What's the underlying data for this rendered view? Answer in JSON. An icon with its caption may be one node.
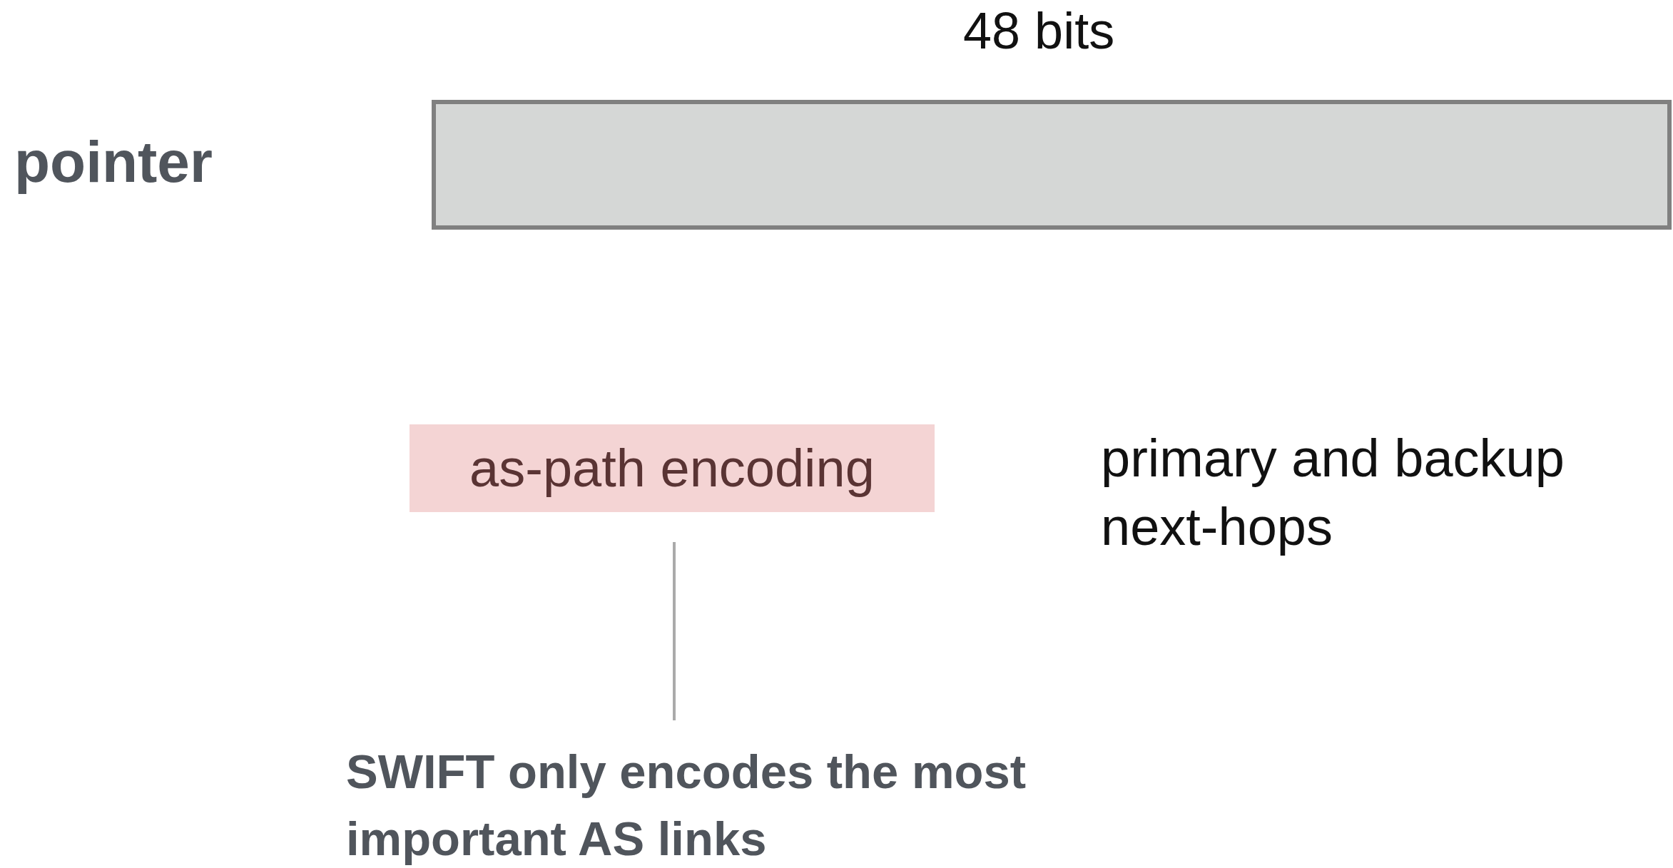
{
  "diagram": {
    "nodes": [
      {
        "text": [
          "pointer"
        ],
        "beside": [
          "48 bits"
        ]
      },
      {
        "text": [
          "as-path encoding"
        ]
      },
      {
        "text": [
          "SWIFT only encodes the most important AS links"
        ]
      }
    ],
    "edges": [
      {
        "from": 2,
        "to": 1,
        "arrow": "none"
      }
    ],
    "labels": [
      "primary and backup next-hops"
    ]
  }
}
